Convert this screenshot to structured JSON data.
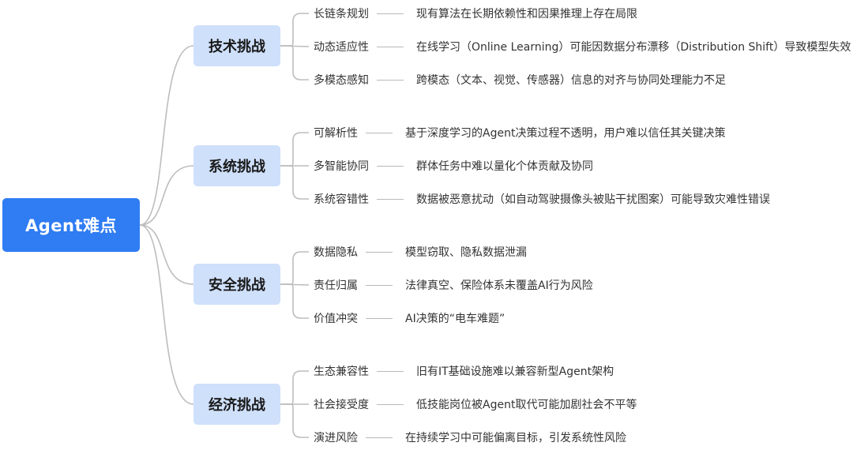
{
  "root": {
    "label": "Agent难点",
    "color": "#2f7cf3"
  },
  "colors": {
    "category_fill": "#cfe0fb",
    "connector": "#bdbdbd"
  },
  "categories": [
    {
      "label": "技术挑战",
      "items": [
        {
          "label": "长链条规划",
          "desc": "现有算法在长期依赖性和因果推理上存在局限"
        },
        {
          "label": "动态适应性",
          "desc": "在线学习（Online Learning）可能因数据分布漂移（Distribution Shift）导致模型失效"
        },
        {
          "label": "多模态感知",
          "desc": "跨模态（文本、视觉、传感器）信息的对齐与协同处理能力不足"
        }
      ]
    },
    {
      "label": "系统挑战",
      "items": [
        {
          "label": "可解析性",
          "desc": "基于深度学习的Agent决策过程不透明，用户难以信任其关键决策"
        },
        {
          "label": "多智能协同",
          "desc": "群体任务中难以量化个体贡献及协同"
        },
        {
          "label": "系统容错性",
          "desc": "数据被恶意扰动（如自动驾驶摄像头被贴干扰图案）可能导致灾难性错误"
        }
      ]
    },
    {
      "label": "安全挑战",
      "items": [
        {
          "label": "数据隐私",
          "desc": "模型窃取、隐私数据泄漏"
        },
        {
          "label": "责任归属",
          "desc": "法律真空、保险体系未覆盖AI行为风险"
        },
        {
          "label": "价值冲突",
          "desc": "AI决策的“电车难题”"
        }
      ]
    },
    {
      "label": "经济挑战",
      "items": [
        {
          "label": "生态兼容性",
          "desc": "旧有IT基础设施难以兼容新型Agent架构"
        },
        {
          "label": "社会接受度",
          "desc": "低技能岗位被Agent取代可能加剧社会不平等"
        },
        {
          "label": "演进风险",
          "desc": "在持续学习中可能偏离目标，引发系统性风险"
        }
      ]
    }
  ]
}
